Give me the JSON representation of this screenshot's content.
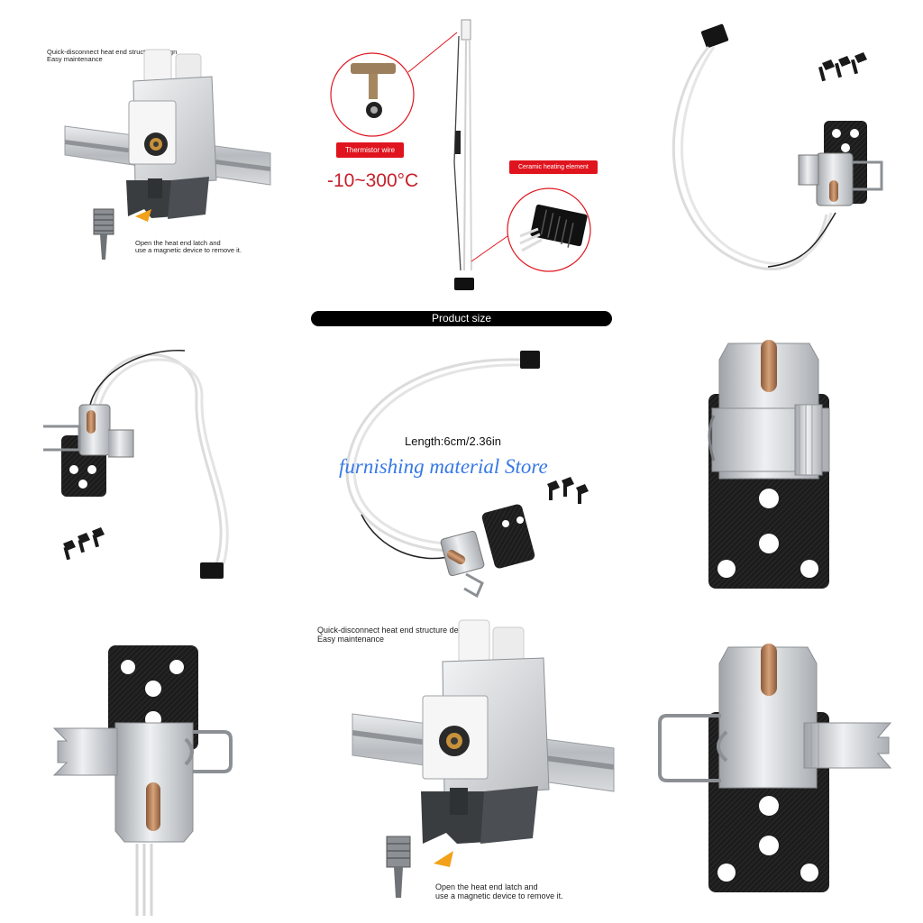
{
  "panel1": {
    "caption_line1": "Quick-disconnect heat end structure design",
    "caption_line2": "Easy maintenance",
    "note_line1": "Open the heat end latch and",
    "note_line2": "use a magnetic device to remove it."
  },
  "panel2": {
    "thermistor_label": "Thermistor wire",
    "ceramic_label": "Ceramic heating element",
    "temperature_range": "-10~300°C"
  },
  "product_size_label": "Product size",
  "panel5": {
    "length_label": "Length:6cm/2.36in",
    "watermark": "furnishing material Store"
  },
  "panel8": {
    "caption_line1": "Quick-disconnect heat end structure design",
    "caption_line2": "Easy maintenance",
    "note_line1": "Open the heat end latch and",
    "note_line2": "use a magnetic device to remove it."
  },
  "colors": {
    "accent_red": "#e0141e",
    "temperature_text": "#c4202a",
    "watermark_blue": "#3778e6",
    "plate_black": "#1b1b1b",
    "metal": "#c9ccd0"
  },
  "icons": [
    "screw-icon",
    "arrow-icon",
    "connector-icon",
    "heater-block-icon"
  ]
}
